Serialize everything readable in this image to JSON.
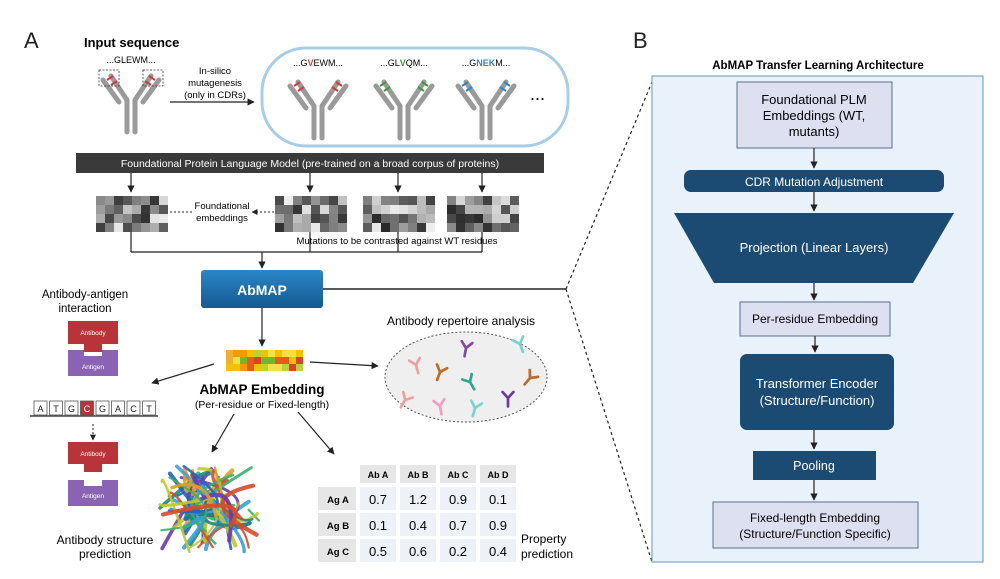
{
  "panel_a": {
    "letter": "A",
    "input_sequence_title": "Input sequence",
    "wt_seq": "...GLEWM...",
    "mutagenesis": [
      "In-silico",
      "mutagenesis",
      "(only in CDRs)"
    ],
    "mutants": [
      {
        "prefix": "...G",
        "mut": "V",
        "suffix": "EWM...",
        "color": "#d43a3a"
      },
      {
        "prefix": "...GL",
        "mut": "V",
        "suffix": "QM...",
        "color": "#3a9a3a"
      },
      {
        "prefix": "...G",
        "mut": "NEK",
        "suffix": "M...",
        "color": "#2f86c9"
      }
    ],
    "ellipsis": "...",
    "plm_bar": "Foundational Protein Language Model (pre-trained on a broad corpus of proteins)",
    "foundational_embeddings": [
      "Foundational",
      "embeddings"
    ],
    "mutations_contrast": "Mutations to be contrasted against WT residues",
    "abmap_box": "AbMAP",
    "interaction_title": [
      "Antibody-antigen",
      "interaction"
    ],
    "antibody_label": "Antibody",
    "antigen_label": "Antigen",
    "dna_letters": [
      "A",
      "T",
      "G",
      "C",
      "G",
      "A",
      "C",
      "T"
    ],
    "embedding_title": "AbMAP Embedding",
    "embedding_sub": "(Per-residue or Fixed-length)",
    "repertoire_title": "Antibody repertoire analysis",
    "structure_label": [
      "Antibody structure",
      "prediction"
    ],
    "property_label": [
      "Property",
      "prediction"
    ],
    "table": {
      "columns": [
        "Ab A",
        "Ab B",
        "Ab C",
        "Ab D"
      ],
      "rows": [
        {
          "label": "Ag A",
          "values": [
            "0.7",
            "1.2",
            "0.9",
            "0.1"
          ]
        },
        {
          "label": "Ag B",
          "values": [
            "0.1",
            "0.4",
            "0.7",
            "0.9"
          ]
        },
        {
          "label": "Ag C",
          "values": [
            "0.5",
            "0.6",
            "0.2",
            "0.4"
          ]
        }
      ]
    }
  },
  "panel_b": {
    "letter": "B",
    "title": "AbMAP Transfer Learning Architecture",
    "foundational_box": [
      "Foundational PLM",
      "Embeddings (WT,",
      "mutants)"
    ],
    "cdr_adjust": "CDR Mutation Adjustment",
    "projection": "Projection (Linear Layers)",
    "per_residue": "Per-residue Embedding",
    "transformer": [
      "Transformer Encoder",
      "(Structure/Function)"
    ],
    "pooling": "Pooling",
    "fixed_length": [
      "Fixed-length Embedding",
      "(Structure/Function Specific)"
    ]
  },
  "colors": {
    "dark_navy": "#1b4a73",
    "light_box": "#dde0f0",
    "panel_bg": "#e9f2fa",
    "abmap_blue": "#1a6aa8",
    "antibody_red": "#b8343a",
    "antigen_purple": "#8a63b3"
  }
}
